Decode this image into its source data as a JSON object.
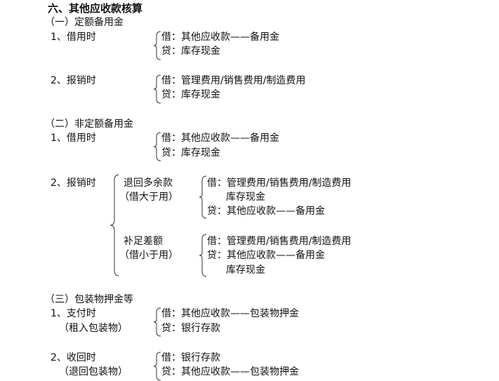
{
  "title": "六、其他应收款核算",
  "sections": [
    {
      "heading": "（一）定额备用金",
      "items": [
        {
          "label": "1、借用时",
          "debit": "借：其他应收款——备用金",
          "credit": "贷：库存现金"
        },
        {
          "label": "2、报销时",
          "debit": "借：管理费用/销售费用/制造费用",
          "credit": "贷：库存现金"
        }
      ]
    },
    {
      "heading": "（二）非定额备用金",
      "items": [
        {
          "label": "1、借用时",
          "debit": "借：其他应收款——备用金",
          "credit": "贷：库存现金"
        },
        {
          "label": "2、报销时",
          "cases": [
            {
              "name": "退回多余款",
              "note": "（借大于用）",
              "debit": "借：管理费用/销售费用/制造费用",
              "debit2": "库存现金",
              "credit": "贷：其他应收款——备用金"
            },
            {
              "name": "补足差额",
              "note": "（借小于用）",
              "debit": "借：管理费用/销售费用/制造费用",
              "credit": "贷：其他应收款——备用金",
              "credit2": "库存现金"
            }
          ]
        }
      ]
    },
    {
      "heading": "（三）包装物押金等",
      "items": [
        {
          "label": "1、支付时",
          "sublabel": "（租入包装物）",
          "debit": "借：其他应收款——包装物押金",
          "credit": "贷：银行存款"
        },
        {
          "label": "2、收回时",
          "sublabel": "（退回包装物）",
          "debit": "借：银行存款",
          "credit": "贷：其他应收款——包装物押金"
        }
      ]
    }
  ]
}
